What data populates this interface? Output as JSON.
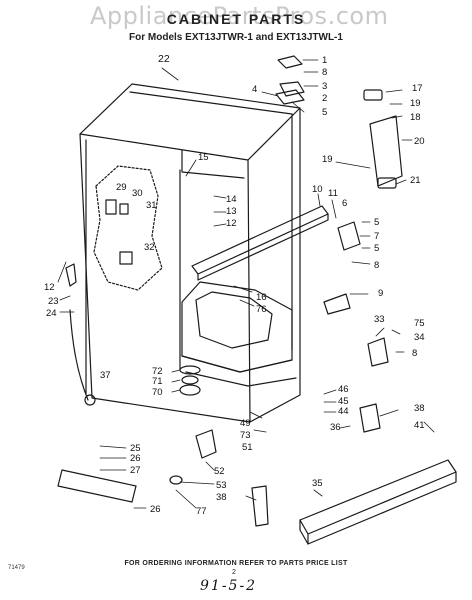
{
  "watermark": "AppliancePartsPros.com",
  "title": "CABINET PARTS",
  "subtitle": "For Models EXT13JTWR-1 and EXT13JTWL-1",
  "footer": "FOR ORDERING INFORMATION REFER TO PARTS PRICE LIST",
  "page_number": "2",
  "code_left": "71479",
  "code_bottom": "91-5-2",
  "callouts": [
    {
      "id": "c1",
      "text": "1"
    },
    {
      "id": "c8a",
      "text": "8"
    },
    {
      "id": "c3",
      "text": "3"
    },
    {
      "id": "c4",
      "text": "4"
    },
    {
      "id": "c2",
      "text": "2"
    },
    {
      "id": "c5a",
      "text": "5"
    },
    {
      "id": "c22",
      "text": "22"
    },
    {
      "id": "c17",
      "text": "17"
    },
    {
      "id": "c19a",
      "text": "19"
    },
    {
      "id": "c18",
      "text": "18"
    },
    {
      "id": "c20",
      "text": "20"
    },
    {
      "id": "c19b",
      "text": "19"
    },
    {
      "id": "c21",
      "text": "21"
    },
    {
      "id": "c15",
      "text": "15"
    },
    {
      "id": "c10",
      "text": "10"
    },
    {
      "id": "c11",
      "text": "11"
    },
    {
      "id": "c6",
      "text": "6"
    },
    {
      "id": "c5b",
      "text": "5"
    },
    {
      "id": "c7",
      "text": "7"
    },
    {
      "id": "c5c",
      "text": "5"
    },
    {
      "id": "c8b",
      "text": "8"
    },
    {
      "id": "c29",
      "text": "29"
    },
    {
      "id": "c30",
      "text": "30"
    },
    {
      "id": "c31",
      "text": "31"
    },
    {
      "id": "c14",
      "text": "14"
    },
    {
      "id": "c13",
      "text": "13"
    },
    {
      "id": "c12a",
      "text": "12"
    },
    {
      "id": "c32",
      "text": "32"
    },
    {
      "id": "c12b",
      "text": "12"
    },
    {
      "id": "c23",
      "text": "23"
    },
    {
      "id": "c24",
      "text": "24"
    },
    {
      "id": "c16",
      "text": "16"
    },
    {
      "id": "c76",
      "text": "76"
    },
    {
      "id": "c9",
      "text": "9"
    },
    {
      "id": "c33",
      "text": "33"
    },
    {
      "id": "c75",
      "text": "75"
    },
    {
      "id": "c34",
      "text": "34"
    },
    {
      "id": "c8c",
      "text": "8"
    },
    {
      "id": "c72",
      "text": "72"
    },
    {
      "id": "c71",
      "text": "71"
    },
    {
      "id": "c70",
      "text": "70"
    },
    {
      "id": "c37",
      "text": "37"
    },
    {
      "id": "c46",
      "text": "46"
    },
    {
      "id": "c45",
      "text": "45"
    },
    {
      "id": "c44",
      "text": "44"
    },
    {
      "id": "c49",
      "text": "49"
    },
    {
      "id": "c73",
      "text": "73"
    },
    {
      "id": "c51",
      "text": "51"
    },
    {
      "id": "c38a",
      "text": "38"
    },
    {
      "id": "c41",
      "text": "41"
    },
    {
      "id": "c36",
      "text": "36"
    },
    {
      "id": "c25",
      "text": "25"
    },
    {
      "id": "c26a",
      "text": "26"
    },
    {
      "id": "c27",
      "text": "27"
    },
    {
      "id": "c52",
      "text": "52"
    },
    {
      "id": "c53",
      "text": "53"
    },
    {
      "id": "c38b",
      "text": "38"
    },
    {
      "id": "c35",
      "text": "35"
    },
    {
      "id": "c26b",
      "text": "26"
    },
    {
      "id": "c77",
      "text": "77"
    }
  ]
}
